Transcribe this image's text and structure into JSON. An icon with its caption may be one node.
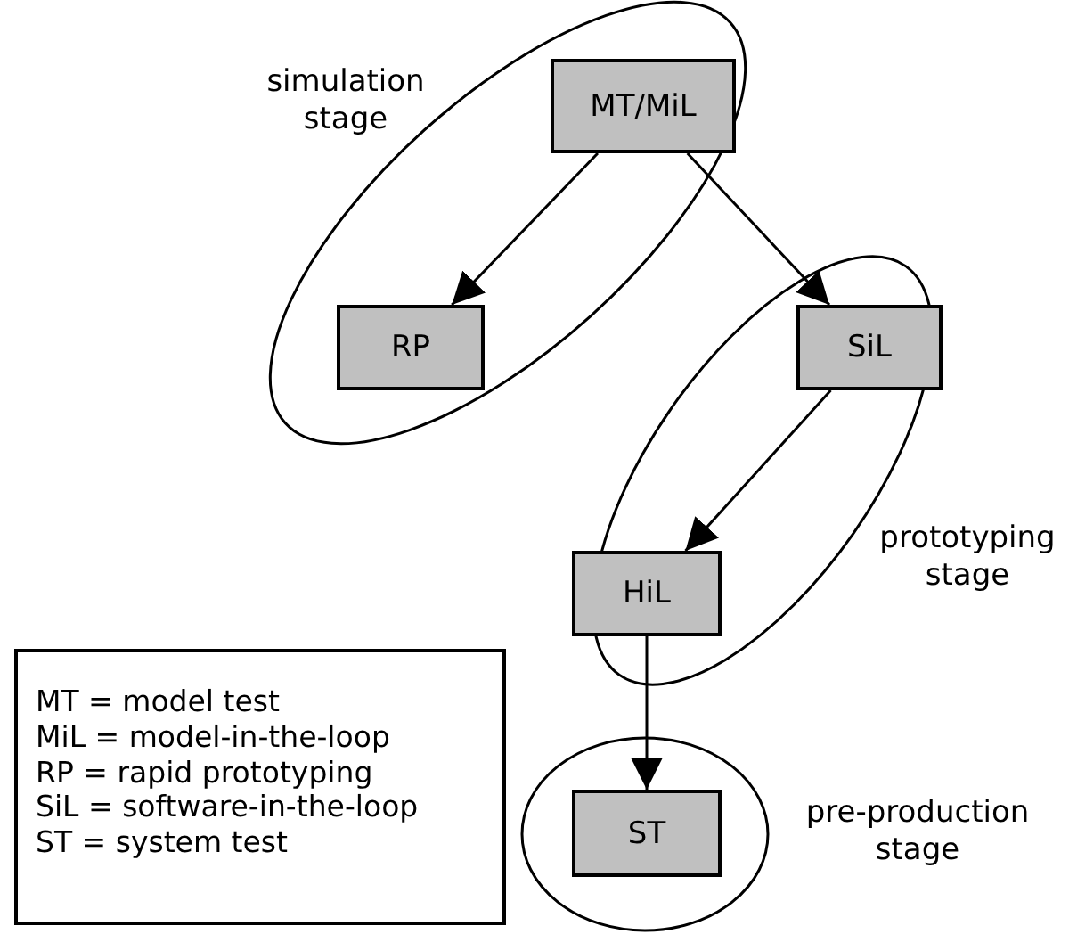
{
  "diagram": {
    "nodes": [
      {
        "text": [
          "simulation stage"
        ]
      },
      {
        "text": [
          "MT/MiL"
        ],
        "in": 0
      },
      {
        "text": [
          "RP"
        ],
        "in": 0
      },
      {
        "text": [
          "prototyping stage"
        ]
      },
      {
        "text": [
          "SiL"
        ],
        "in": 3
      },
      {
        "text": [
          "HiL"
        ],
        "in": 3
      },
      {
        "text": [
          "pre-production stage"
        ]
      },
      {
        "text": [
          "ST"
        ],
        "in": 6
      },
      {
        "text": [
          "MT = model test",
          "MiL = model-in-the-loop",
          "RP = rapid prototyping",
          "SiL = software-in-the-loop",
          "ST = system test"
        ]
      }
    ],
    "edges": [
      {
        "from": 1,
        "to": 2,
        "arrow": "to"
      },
      {
        "from": 1,
        "to": 4,
        "arrow": "to"
      },
      {
        "from": 4,
        "to": 5,
        "arrow": "to"
      },
      {
        "from": 5,
        "to": 7,
        "arrow": "to"
      }
    ]
  }
}
